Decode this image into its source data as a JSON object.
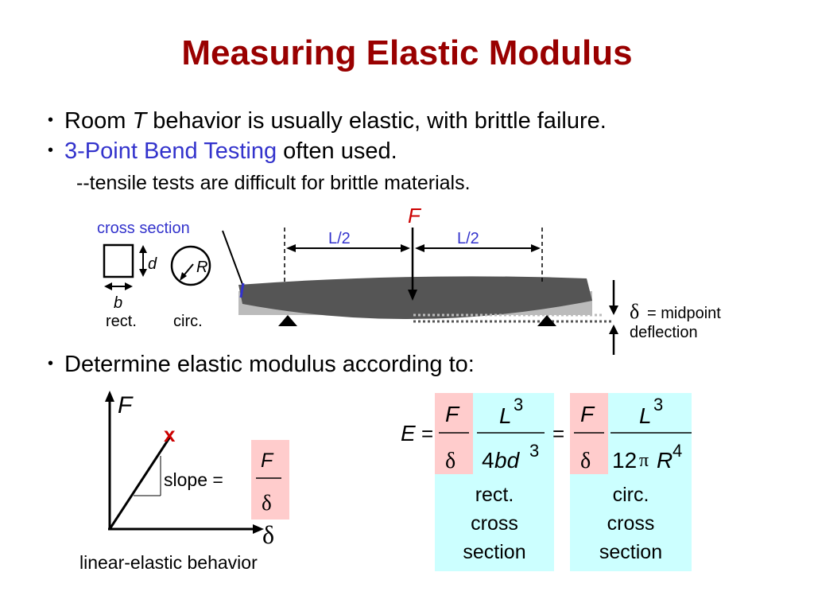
{
  "title": "Measuring Elastic Modulus",
  "bullets": {
    "b1_pre": "Room ",
    "b1_T": "T",
    "b1_post": " behavior is usually elastic, with brittle failure.",
    "b2_link": "3-Point Bend Testing",
    "b2_post": " often used.",
    "b2_sub": "--tensile tests are difficult for brittle materials.",
    "b3": "Determine elastic modulus according to:"
  },
  "bend_diagram": {
    "force_label": "F",
    "half_span_1": "L/2",
    "half_span_2": "L/2",
    "cross_section_label": "cross section",
    "d_label": "d",
    "b_label": "b",
    "R_label": "R",
    "rect_label": "rect.",
    "circ_label": "circ.",
    "delta_symbol": "δ",
    "deflection_line1": "= midpoint",
    "deflection_line2": "deflection"
  },
  "graph": {
    "y_axis": "F",
    "x_axis": "δ",
    "failure_mark": "x",
    "slope_label": "slope =",
    "slope_num": "F",
    "slope_den": "δ",
    "caption": "linear-elastic behavior"
  },
  "formula": {
    "E": "E",
    "eq": "=",
    "rect_F": "F",
    "rect_delta": "δ",
    "rect_L3": "L",
    "rect_exp3": "3",
    "rect_den_4": "4",
    "rect_den_bd": "bd",
    "rect_den_exp": "3",
    "eq2": "=",
    "circ_F": "F",
    "circ_delta": "δ",
    "circ_L3": "L",
    "circ_exp3": "3",
    "circ_den_12": "12",
    "circ_den_pi": "π",
    "circ_den_R": "R",
    "circ_den_exp": "4",
    "rect_caption": [
      "rect.",
      "cross",
      "section"
    ],
    "circ_caption": [
      "circ.",
      "cross",
      "section"
    ]
  },
  "colors": {
    "title": "#990000",
    "link": "#3333cc",
    "force": "#cc0000",
    "beam": "#555555",
    "beam_undeformed": "#bbbbbb",
    "formula_bg": "#ccffff",
    "fraction_bg": "#ffcccc"
  }
}
